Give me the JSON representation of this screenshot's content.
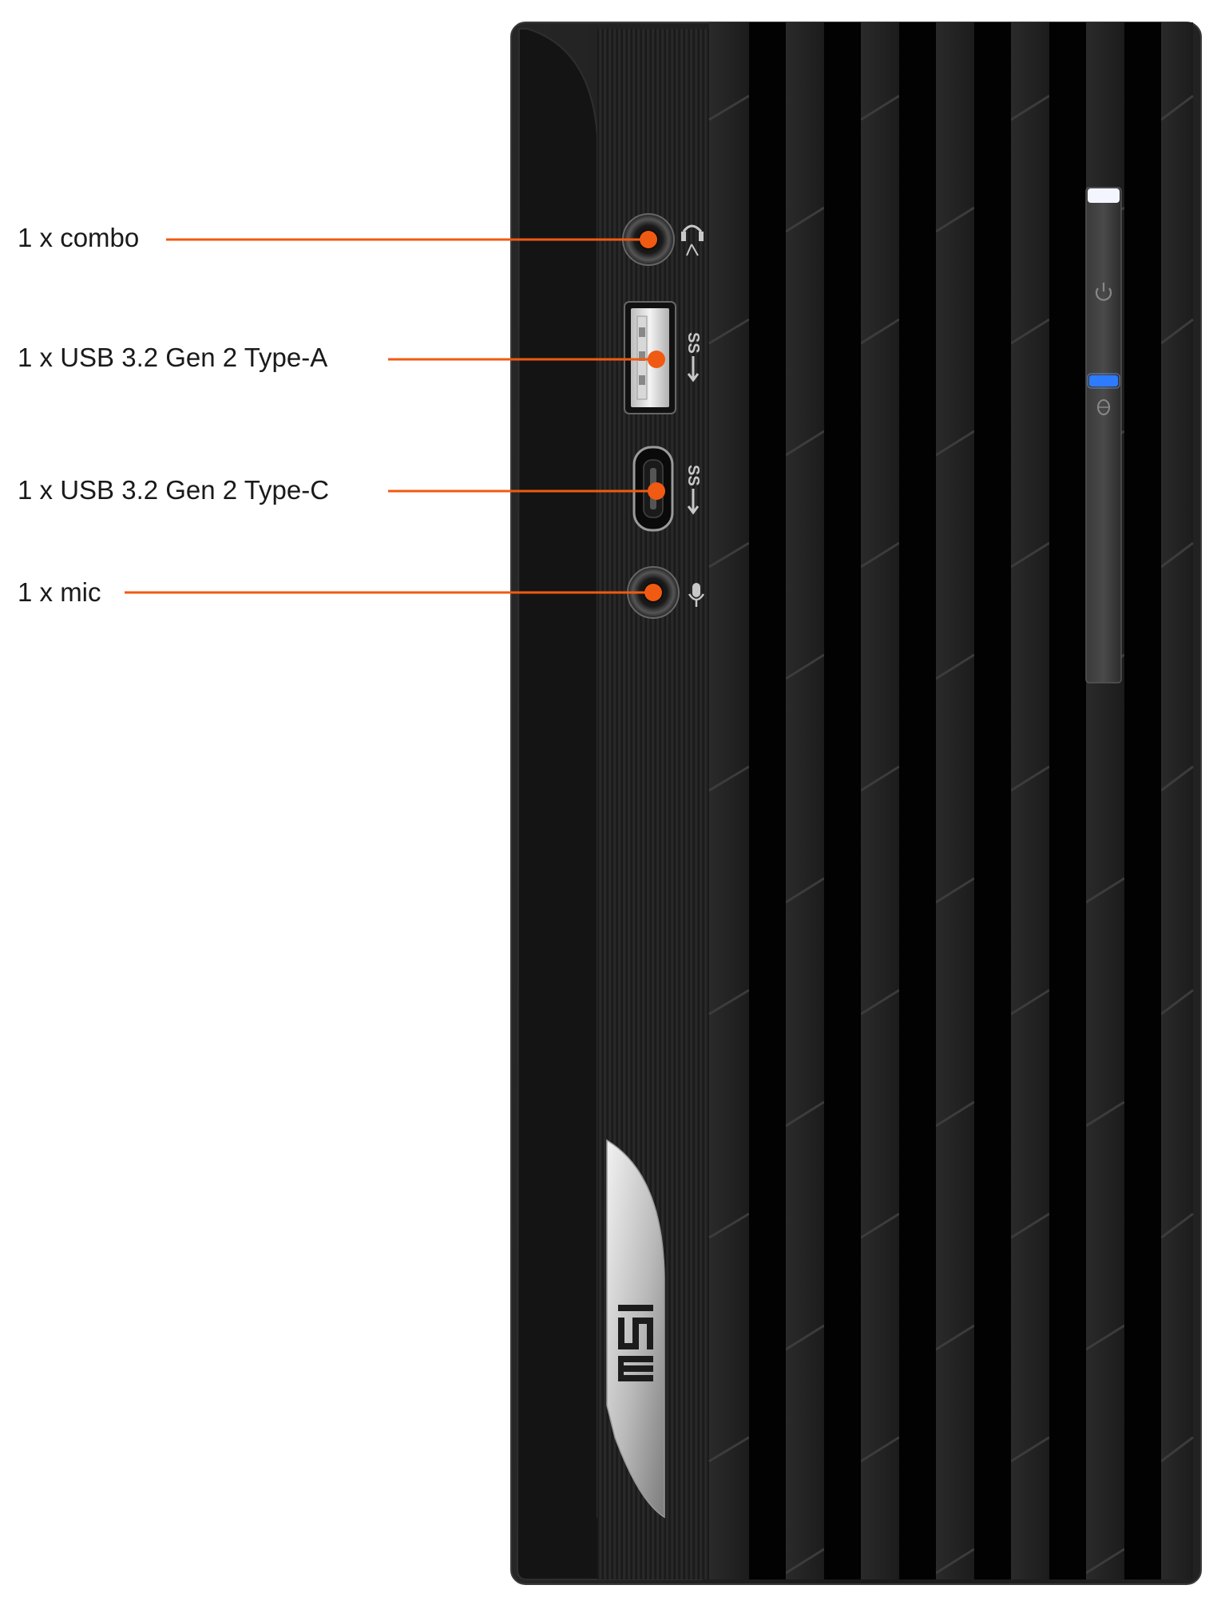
{
  "callouts": [
    {
      "id": "combo",
      "label": "1 x combo"
    },
    {
      "id": "usb-a",
      "label": "1 x USB 3.2 Gen 2 Type-A"
    },
    {
      "id": "usb-c",
      "label": "1 x USB 3.2 Gen 2 Type-C"
    },
    {
      "id": "mic",
      "label": "1 x mic"
    }
  ],
  "colors": {
    "callout": "#f05a12",
    "chassis": "#161616",
    "slot": "#020202",
    "led_white": "#f4f6ff",
    "led_blue": "#2d7bff"
  },
  "icons": [
    "headset-icon",
    "superspeed-usb-icon",
    "superspeed-usb-icon",
    "microphone-icon",
    "power-icon",
    "hdd-icon",
    "msi-logo"
  ]
}
